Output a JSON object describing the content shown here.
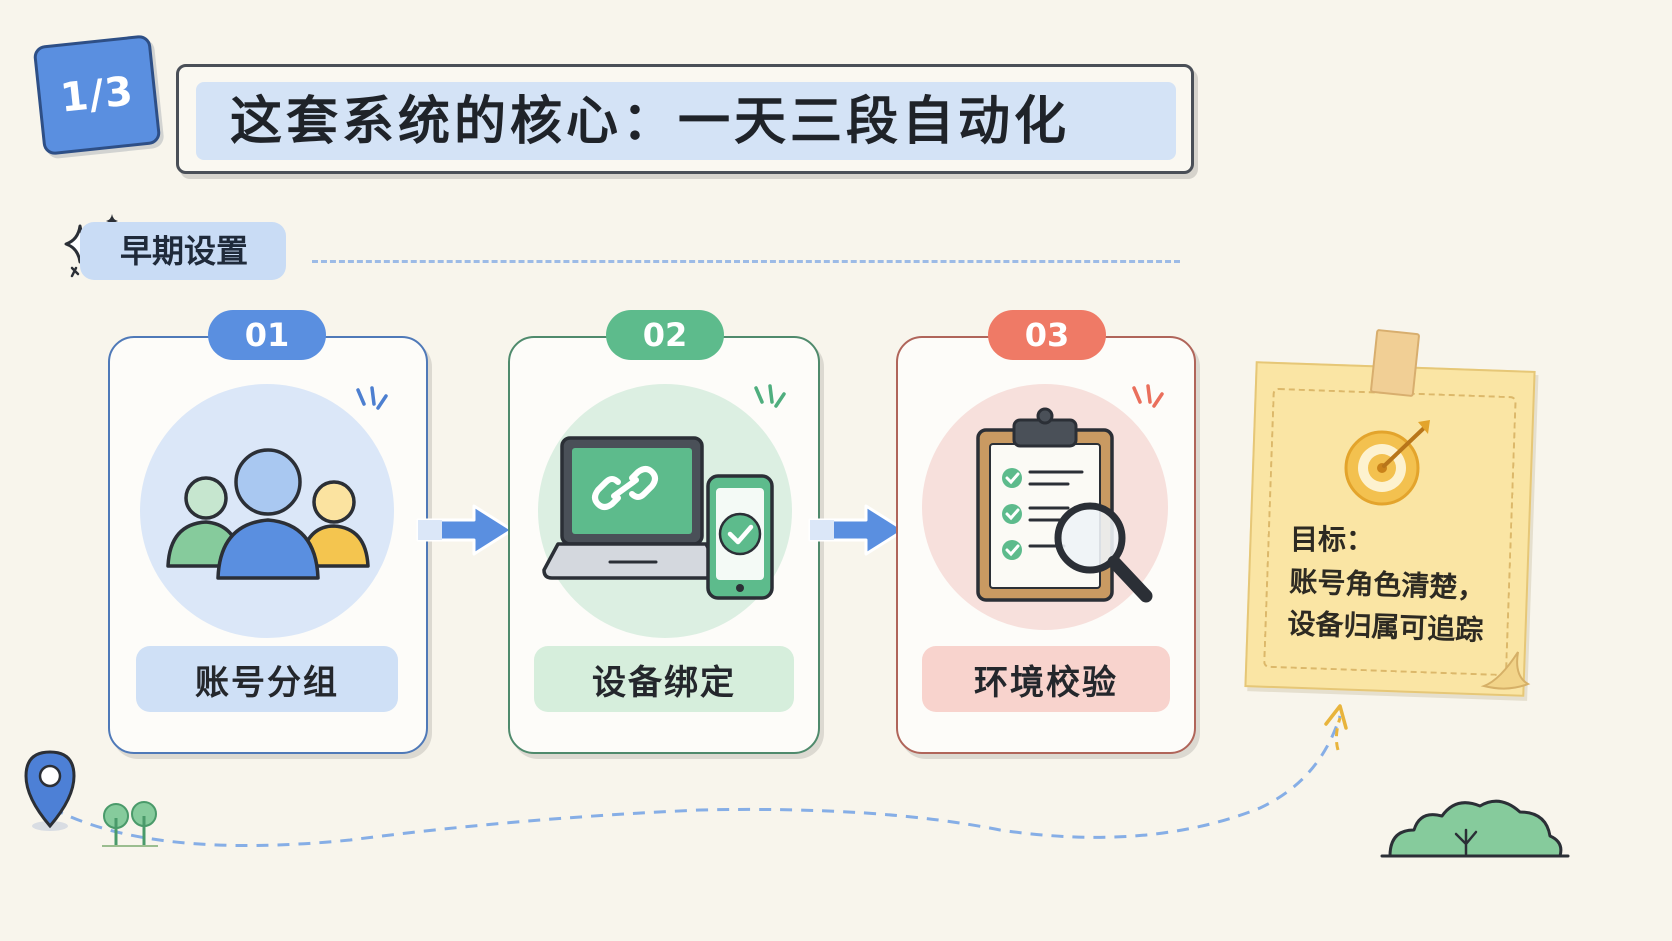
{
  "page_badge": "1/3",
  "title": "这套系统的核心：一天三段自动化",
  "section": {
    "label": "早期设置"
  },
  "steps": [
    {
      "number": "01",
      "label": "账号分组",
      "icon": "user-group-icon",
      "color": "#5a8fe0"
    },
    {
      "number": "02",
      "label": "设备绑定",
      "icon": "linked-devices-icon",
      "color": "#5dbb8c"
    },
    {
      "number": "03",
      "label": "环境校验",
      "icon": "clipboard-check-icon",
      "color": "#ef7a66"
    }
  ],
  "goal_note": {
    "title": "目标：",
    "line1": "账号角色清楚，",
    "line2": "设备归属可追踪",
    "icon": "target-icon"
  },
  "decorations": [
    "sparkle-icon",
    "map-pin-icon",
    "trees-icon",
    "bush-icon",
    "arrow-right-icon"
  ]
}
